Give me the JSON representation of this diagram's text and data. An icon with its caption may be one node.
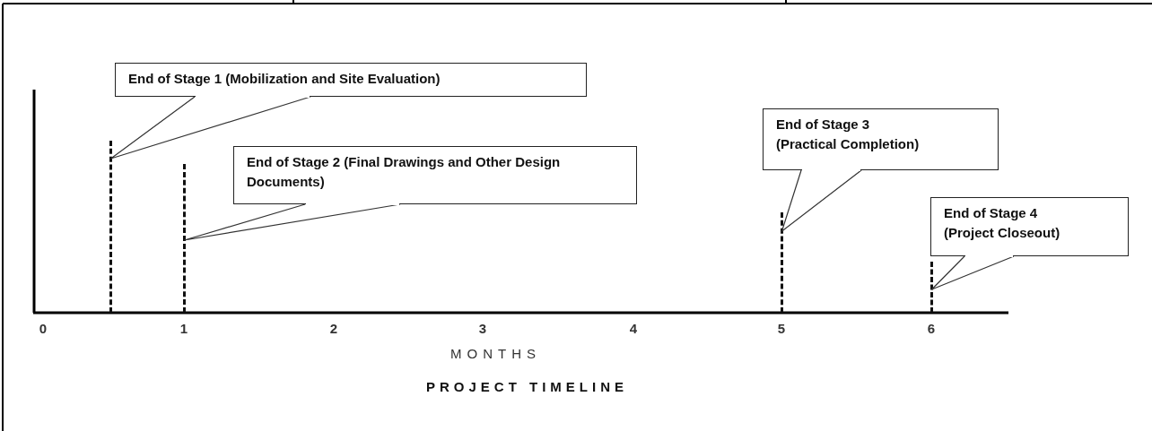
{
  "diagram": {
    "caption": "PROJECT TIMELINE",
    "nodes": [
      {
        "text": [
          "End of Stage 1 (Mobilization and Site Evaluation)"
        ]
      },
      {
        "text": [
          "End of Stage 2 (Final Drawings and Other Design Documents)"
        ]
      },
      {
        "text": [
          "End of Stage 3 (Practical Completion)"
        ]
      },
      {
        "text": [
          "End of Stage 4 (Project Closeout)"
        ]
      },
      {
        "text": [],
        "shape": "line"
      },
      {
        "text": [],
        "shape": "line"
      },
      {
        "text": [],
        "shape": "line"
      },
      {
        "text": [],
        "shape": "line"
      }
    ],
    "edges": [
      {
        "from": 0,
        "to": 4,
        "arrow": "none"
      },
      {
        "from": 1,
        "to": 5,
        "arrow": "none"
      },
      {
        "from": 2,
        "to": 6,
        "arrow": "none"
      },
      {
        "from": 3,
        "to": 7,
        "arrow": "none"
      }
    ],
    "labels": [
      "0",
      "1",
      "2",
      "3",
      "4",
      "5",
      "6",
      "MONTHS"
    ]
  }
}
